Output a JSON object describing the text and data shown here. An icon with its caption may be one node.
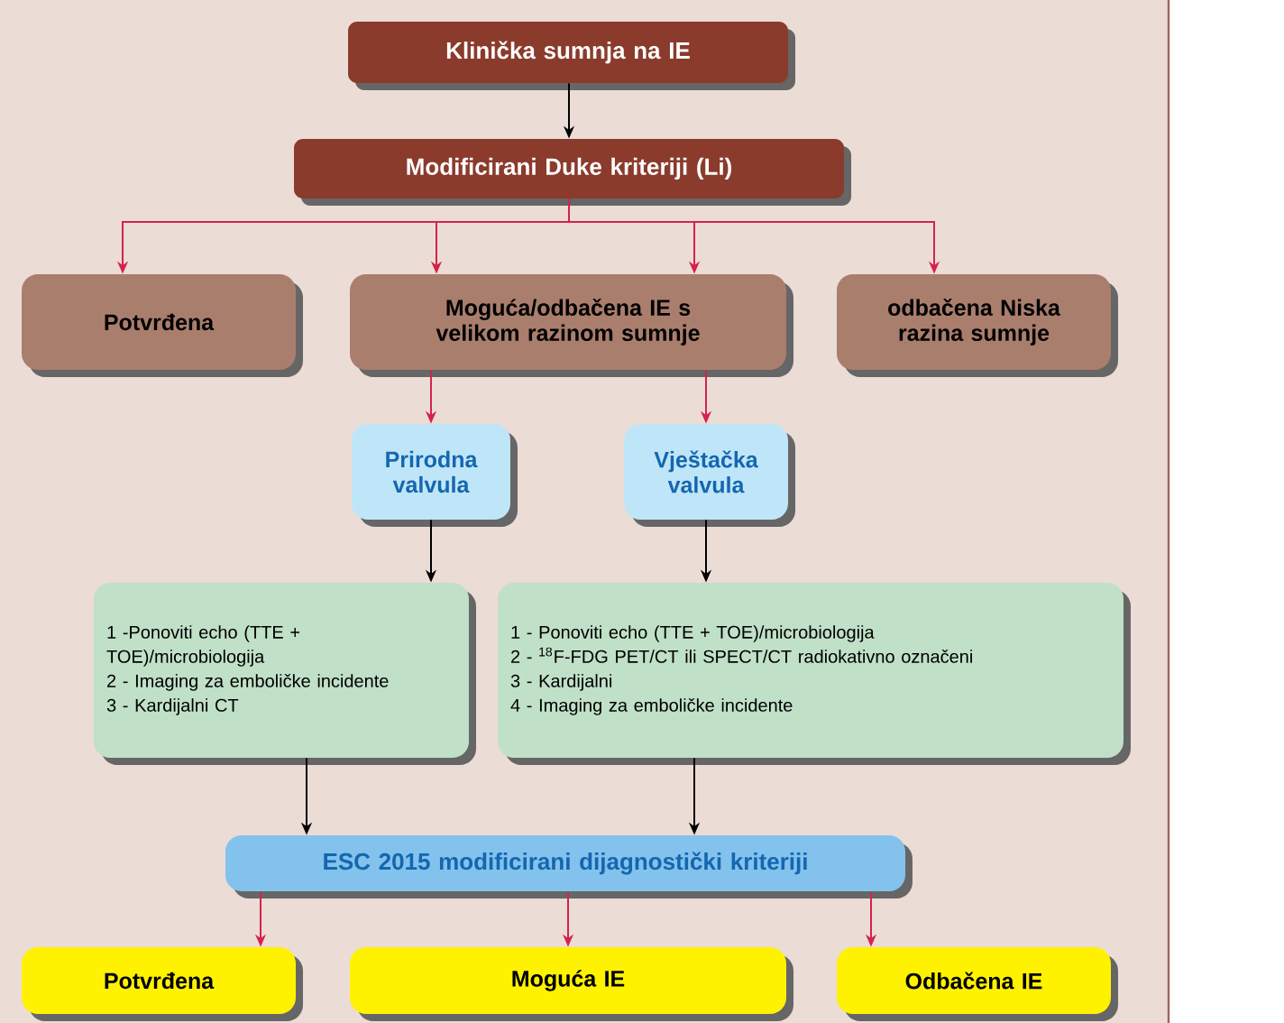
{
  "diagram": {
    "nodes": [
      {
        "text": [
          "Klinička sumnja na IE"
        ]
      },
      {
        "text": [
          "Modificirani Duke kriteriji (Li)"
        ]
      },
      {
        "text": [
          "Potvrđena"
        ]
      },
      {
        "text": [
          "Moguća/odbačena IE s velikom razinom sumnje"
        ]
      },
      {
        "text": [
          "odbačena Niska razina sumnje"
        ]
      },
      {
        "text": [
          "Prirodna valvula"
        ]
      },
      {
        "text": [
          "Vještačka valvula"
        ]
      },
      {
        "text": [
          "1 -Ponoviti echo (TTE + TOE)/microbiologija",
          "2 - Imaging za emboličke incidente",
          "3 - Kardijalni CT"
        ]
      },
      {
        "text": [
          "1 - Ponoviti echo (TTE + TOE)/microbiologija",
          "2 - $^{18}$F-FDG PET/CT ili SPECT/CT radiokativno označeni",
          "3 - Kardijalni",
          "4 - Imaging za emboličke incidente"
        ]
      },
      {
        "text": [
          "ESC 2015 modificirani dijagnostički kriteriji"
        ]
      },
      {
        "text": [
          "Potvrđena"
        ]
      },
      {
        "text": [
          "Moguća  IE"
        ]
      },
      {
        "text": [
          "Odbačena IE"
        ]
      }
    ],
    "edges": [
      {
        "from": 0,
        "to": 1,
        "arrow": "to",
        "color": "#000000"
      },
      {
        "from": 1,
        "to": 2,
        "arrow": "to"
      },
      {
        "from": 1,
        "to": 3,
        "arrow": "to"
      },
      {
        "from": 1,
        "to": 3,
        "arrow": "to"
      },
      {
        "from": 1,
        "to": 4,
        "arrow": "to"
      },
      {
        "from": 3,
        "to": 5,
        "arrow": "to"
      },
      {
        "from": 3,
        "to": 6,
        "arrow": "to"
      },
      {
        "from": 5,
        "to": 7,
        "arrow": "to",
        "color": "#000000"
      },
      {
        "from": 6,
        "to": 8,
        "arrow": "to",
        "color": "#000000"
      },
      {
        "from": 7,
        "to": 9,
        "arrow": "to",
        "color": "#000000"
      },
      {
        "from": 8,
        "to": 9,
        "arrow": "to",
        "color": "#000000"
      },
      {
        "from": 9,
        "to": 10,
        "arrow": "to"
      },
      {
        "from": 9,
        "to": 11,
        "arrow": "to"
      },
      {
        "from": 9,
        "to": 12,
        "arrow": "to"
      }
    ]
  }
}
